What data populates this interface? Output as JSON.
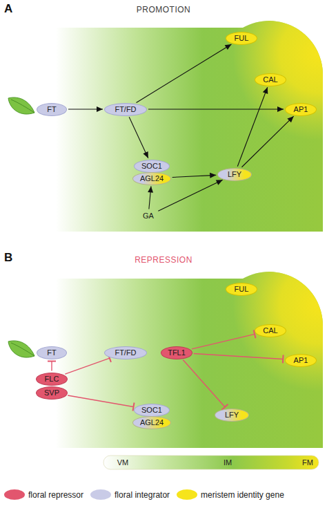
{
  "diagram": {
    "nodes": [
      {
        "text": [
          "FUL"
        ]
      },
      {
        "text": [
          "CAL"
        ]
      },
      {
        "text": [
          "FT"
        ]
      },
      {
        "text": [
          "FT/FD"
        ]
      },
      {
        "text": [
          "AP1"
        ]
      },
      {
        "text": [
          "SOC1"
        ]
      },
      {
        "text": [
          "AGL24"
        ]
      },
      {
        "text": [
          "LFY"
        ]
      },
      {
        "text": [
          "GA"
        ]
      },
      {
        "text": [
          "FUL"
        ]
      },
      {
        "text": [
          "CAL"
        ]
      },
      {
        "text": [
          "FT"
        ]
      },
      {
        "text": [
          "FT/FD"
        ]
      },
      {
        "text": [
          "TFL1"
        ]
      },
      {
        "text": [
          "AP1"
        ]
      },
      {
        "text": [
          "FLC"
        ]
      },
      {
        "text": [
          "SVP"
        ]
      },
      {
        "text": [
          "SOC1"
        ]
      },
      {
        "text": [
          "AGL24"
        ]
      },
      {
        "text": [
          "LFY"
        ]
      }
    ],
    "edges": [
      {
        "from": 2,
        "to": 3,
        "arrow": "to"
      },
      {
        "from": 3,
        "to": 0,
        "arrow": "to"
      },
      {
        "from": 3,
        "to": 4,
        "arrow": "to"
      },
      {
        "from": 3,
        "to": 5,
        "arrow": "to"
      },
      {
        "from": 6,
        "to": 7,
        "arrow": "to"
      },
      {
        "from": 7,
        "to": 1,
        "arrow": "to"
      },
      {
        "from": 7,
        "to": 4,
        "arrow": "to"
      },
      {
        "from": 8,
        "to": 6,
        "arrow": "to"
      },
      {
        "from": 8,
        "to": 7,
        "arrow": "to"
      },
      {
        "from": 15,
        "to": 11,
        "arrow": "to"
      },
      {
        "from": 15,
        "to": 12,
        "arrow": "to"
      },
      {
        "from": 16,
        "to": 17,
        "arrow": "to"
      },
      {
        "from": 13,
        "to": 10,
        "arrow": "to"
      },
      {
        "from": 13,
        "to": 14,
        "arrow": "to"
      },
      {
        "from": 13,
        "to": 19,
        "arrow": "to"
      }
    ],
    "labels": [
      "A",
      "PROMOTION",
      "B",
      "REPRESSION",
      "VM",
      "IM",
      "FM"
    ],
    "legend": [
      {
        "text": "floral repressor",
        "color": "#e2566e"
      },
      {
        "text": "floral integrator",
        "color": "#c9cbe7"
      },
      {
        "text": "meristem identity gene",
        "color": "#f6e41c"
      }
    ]
  }
}
